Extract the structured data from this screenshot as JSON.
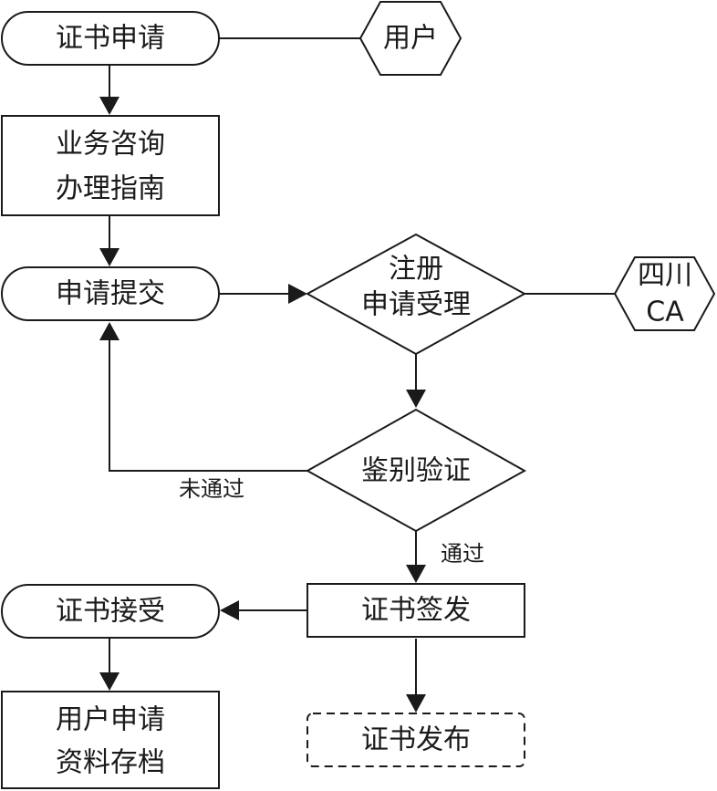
{
  "nodes": {
    "cert_apply": "证书申请",
    "user": "用户",
    "consult_line1": "业务咨询",
    "consult_line2": "办理指南",
    "apply_submit": "申请提交",
    "register_line1": "注册",
    "register_line2": "申请受理",
    "ca_line1": "四川",
    "ca_line2": "CA",
    "verify": "鉴别验证",
    "cert_issue": "证书签发",
    "cert_accept": "证书接受",
    "archive_line1": "用户申请",
    "archive_line2": "资料存档",
    "cert_publish": "证书发布"
  },
  "edges": {
    "not_passed": "未通过",
    "passed": "通过"
  }
}
